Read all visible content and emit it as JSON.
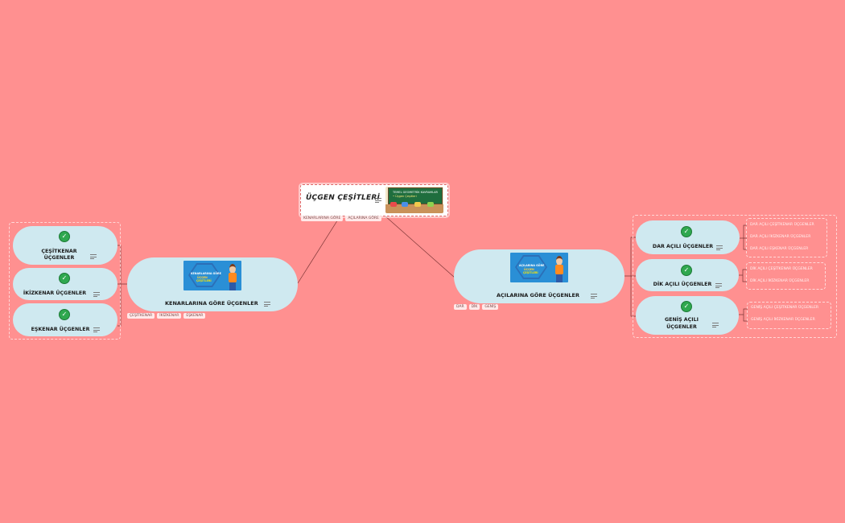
{
  "root": {
    "title": "ÜÇGEN ÇEŞİTLERİ",
    "tags": [
      "KENARLARINA GÖRE",
      "AÇILARINA GÖRE"
    ],
    "image": {
      "line1": "TEMEL GEOMETRİK KAVRAMLAR",
      "line2": "• Üçgen Çeşitleri"
    }
  },
  "left": {
    "title": "KENARLARINA GÖRE ÜÇGENLER",
    "image": {
      "line1": "KENARLARINA GÖRE",
      "line2": "ÜÇGEN",
      "line3": "ÇEŞİTLERİ"
    },
    "tags": [
      "ÇEŞİTKENAR",
      "İKİZKENAR",
      "EŞKENAR"
    ],
    "children": [
      {
        "line1": "ÇEŞİTKENAR",
        "line2": "ÜÇGENLER"
      },
      {
        "line1": "İKİZKENAR ÜÇGENLER"
      },
      {
        "line1": "EŞKENAR ÜÇGENLER"
      }
    ]
  },
  "right": {
    "title": "AÇILARINA GÖRE ÜÇGENLER",
    "image": {
      "line1": "AÇILARINA GÖRE",
      "line2": "ÜÇGEN",
      "line3": "ÇEŞİTLERİ"
    },
    "tags": [
      "DAR",
      "DİK",
      "GENİŞ"
    ],
    "children": [
      {
        "line1": "DAR AÇILI ÜÇGENLER",
        "leaves": [
          "DAR AÇILI ÇEŞİTKENAR ÜÇGENLER",
          "DAR AÇILI İKİZKENAR ÜÇGENLER",
          "DAR AÇILI EŞKENAR ÜÇGENLER"
        ]
      },
      {
        "line1": "DİK AÇILI ÜÇGENLER",
        "leaves": [
          "DİK AÇILI ÇEŞİTKENAR ÜÇGENLER",
          "DİK AÇILI İKİZKENAR ÜÇGENLER"
        ]
      },
      {
        "line1": "GENİŞ AÇILI",
        "line2": "ÜÇGENLER",
        "leaves": [
          "GENİŞ AÇILI ÇEŞİTKENAR ÜÇGENLER",
          "GENİŞ AÇILI İKİZKENAR ÜÇGENLER"
        ]
      }
    ]
  },
  "colors": {
    "background": "#ff9090",
    "node": "#cfe9f0",
    "check": "#2fa84f",
    "line": "#7a3434"
  },
  "icons": [
    "note-icon",
    "check-circle-icon",
    "character-icon"
  ]
}
